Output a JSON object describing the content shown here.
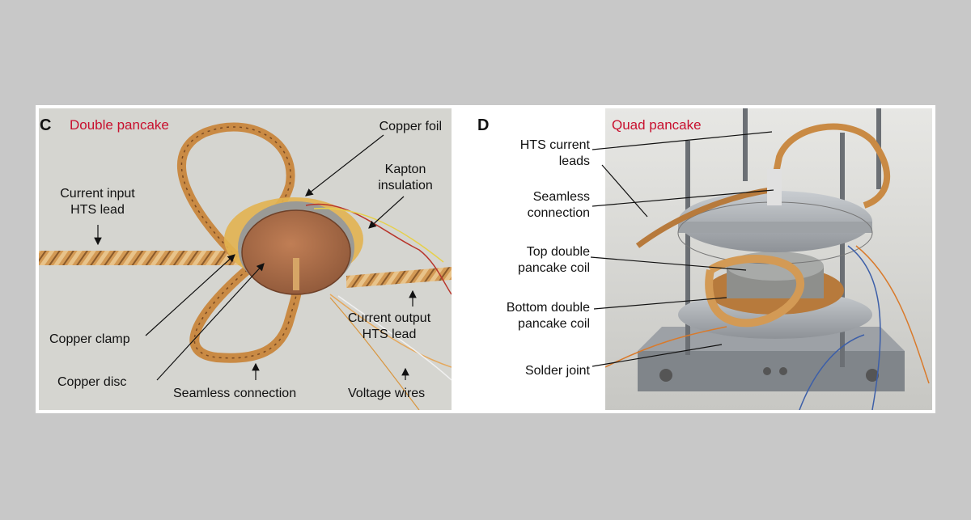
{
  "panel_c": {
    "letter": "C",
    "title": "Double pancake",
    "labels": {
      "copper_foil": "Copper foil",
      "kapton_line1": "Kapton",
      "kapton_line2": "insulation",
      "input_line1": "Current input",
      "input_line2": "HTS lead",
      "output_line1": "Current output",
      "output_line2": "HTS lead",
      "copper_clamp": "Copper clamp",
      "copper_disc": "Copper disc",
      "seamless": "Seamless connection",
      "voltage": "Voltage wires"
    }
  },
  "panel_d": {
    "letter": "D",
    "title": "Quad pancake",
    "labels": {
      "hts_line1": "HTS current",
      "hts_line2": "leads",
      "seamless_line1": "Seamless",
      "seamless_line2": "connection",
      "top_line1": "Top double",
      "top_line2": "pancake coil",
      "bottom_line1": "Bottom double",
      "bottom_line2": "pancake coil",
      "solder": "Solder joint"
    }
  },
  "colors": {
    "page_bg": "#c8c8c8",
    "title_red": "#c8102e",
    "copper": "#c98a44",
    "metal": "#a9adb1"
  }
}
